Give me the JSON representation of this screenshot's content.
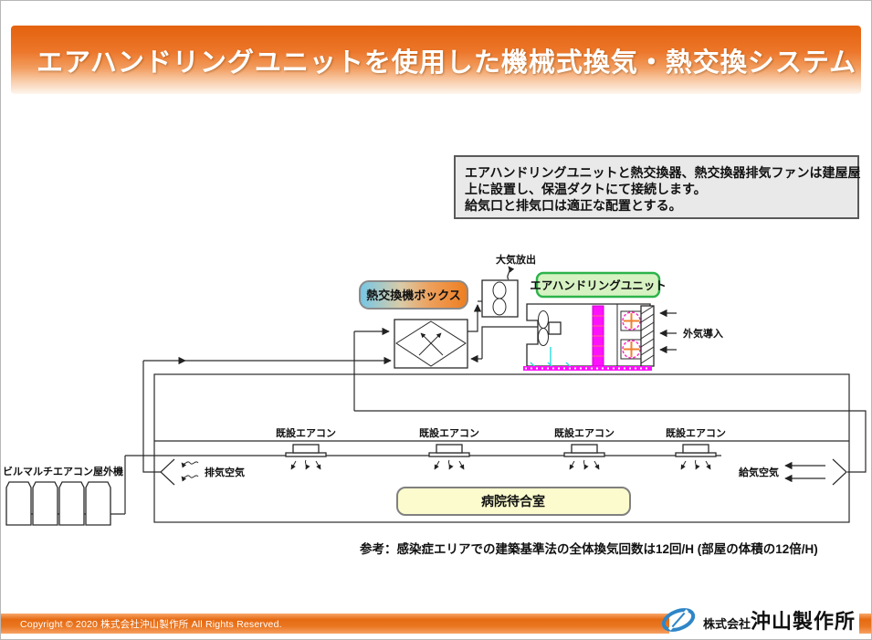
{
  "title": "エアハンドリングユニットを使用した機械式換気・熱交換システム",
  "note": {
    "line1": "エアハンドリングユニットと熱交換器、熱交換器排気ファンは建屋屋",
    "line2": "上に設置し、保温ダクトにて接続します。",
    "line3": "給気口と排気口は適正な配置とする。"
  },
  "diagram": {
    "heat_exchanger_label": "熱交換機ボックス",
    "ahu_label": "エアハンドリングユニット",
    "atmosphere_release_label": "大気放出",
    "outside_air_label": "外気導入",
    "existing_ac_labels": [
      "既設エアコン",
      "既設エアコン",
      "既設エアコン",
      "既設エアコン"
    ],
    "outdoor_unit_label": "ビルマルチエアコン屋外機",
    "exhaust_air_label": "排気空気",
    "supply_air_label": "給気空気",
    "room_label": "病院待合室"
  },
  "reference_note": "参考：感染症エリアでの建築基準法の全体換気回数は12回/H (部屋の体積の12倍/H)",
  "footer": {
    "copyright": "Copyright © 2020 株式会社沖山製作所 All Rights Reserved.",
    "company_prefix": "株式会社",
    "company_name": "沖山製作所"
  },
  "colors": {
    "title_orange": "#e4620d",
    "hx_label_left": "#74c7e6",
    "hx_label_right": "#ee7d1f",
    "ahu_label_fill": "#d6f2c2",
    "ahu_label_border": "#2db34b",
    "filter_magenta": "#ff10ff",
    "coil_cross_orange": "#f08030",
    "cyan_detail": "#35dede",
    "room_box_yellow": "#fbfbce",
    "note_gray": "#e9e9e9",
    "logo_blue": "#2e86c8"
  }
}
